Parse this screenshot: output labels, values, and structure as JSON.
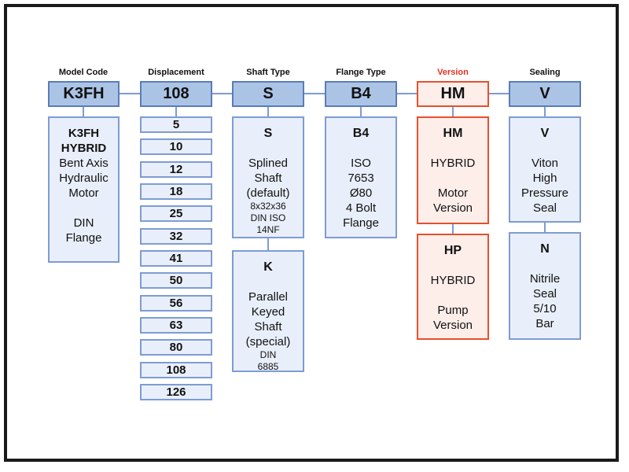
{
  "colors": {
    "top_box_fill": "#abc4e6",
    "top_box_border": "#5a7cb8",
    "detail_fill": "#e9effa",
    "detail_border": "#7d9cd4",
    "version_fill": "#fdeeea",
    "version_border": "#e84f2c",
    "version_label": "#e63020",
    "connector": "#7d9cd4",
    "frame": "#1a1a1a",
    "text": "#111111"
  },
  "columns": {
    "model_code": {
      "header": "Model Code",
      "code": "K3FH",
      "lines": [
        "K3FH",
        "HYBRID",
        "Bent Axis",
        "Hydraulic",
        "Motor",
        "DIN",
        "Flange"
      ]
    },
    "displacement": {
      "header": "Displacement",
      "code": "108",
      "options": [
        "5",
        "10",
        "12",
        "18",
        "25",
        "32",
        "41",
        "50",
        "56",
        "63",
        "80",
        "108",
        "126"
      ]
    },
    "shaft_type": {
      "header": "Shaft Type",
      "code": "S",
      "options": [
        {
          "code": "S",
          "lines": [
            "Splined",
            "Shaft",
            "(default)"
          ],
          "small": [
            "8x32x36",
            "DIN ISO",
            "14NF"
          ]
        },
        {
          "code": "K",
          "lines": [
            "Parallel",
            "Keyed",
            "Shaft",
            "(special)"
          ],
          "small": [
            "DIN",
            "6885"
          ]
        }
      ]
    },
    "flange_type": {
      "header": "Flange Type",
      "code": "B4",
      "detail": {
        "code": "B4",
        "lines": [
          "ISO",
          "7653",
          "Ø80",
          "4 Bolt",
          "Flange"
        ]
      }
    },
    "version": {
      "header": "Version",
      "code": "HM",
      "options": [
        {
          "code": "HM",
          "lines": [
            "HYBRID",
            "Motor",
            "Version"
          ]
        },
        {
          "code": "HP",
          "lines": [
            "HYBRID",
            "Pump",
            "Version"
          ]
        }
      ]
    },
    "sealing": {
      "header": "Sealing",
      "code": "V",
      "options": [
        {
          "code": "V",
          "lines": [
            "Viton",
            "High",
            "Pressure",
            "Seal"
          ]
        },
        {
          "code": "N",
          "lines": [
            "Nitrile",
            "Seal",
            "5/10",
            "Bar"
          ]
        }
      ]
    }
  }
}
